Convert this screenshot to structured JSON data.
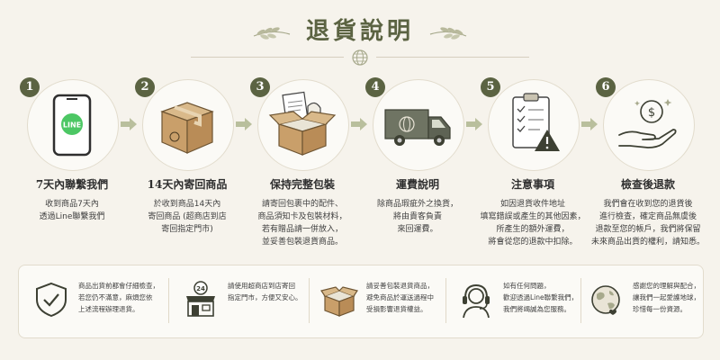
{
  "title": "退貨說明",
  "colors": {
    "accent": "#5b6342",
    "background": "#f6f3ec",
    "arrow": "#b9bf9d",
    "line_green": "#4cc764"
  },
  "steps": [
    {
      "number": "1",
      "icon": "phone-line-icon",
      "title": "7天內聯繫我們",
      "desc_lines": [
        "收到商品7天內",
        "透過Line聯繫我們"
      ],
      "icon_label": "LINE"
    },
    {
      "number": "2",
      "icon": "package-box-icon",
      "title": "14天內寄回商品",
      "desc_lines": [
        "於收到商品14天內",
        "寄回商品 (超商店到店",
        "寄回指定門市)"
      ]
    },
    {
      "number": "3",
      "icon": "open-box-icon",
      "title": "保持完整包裝",
      "desc_lines": [
        "請寄回包裹中的配件、",
        "商品須知卡及包裝材料，",
        "若有贈品請一併放入，",
        "並妥善包裝退貨商品。"
      ]
    },
    {
      "number": "4",
      "icon": "delivery-truck-icon",
      "title": "運費說明",
      "desc_lines": [
        "除商品瑕疵外之換貨，",
        "將由貴客負責",
        "來回運費。"
      ]
    },
    {
      "number": "5",
      "icon": "clipboard-warning-icon",
      "title": "注意事項",
      "desc_lines": [
        "如因退貨收件地址",
        "填寫錯誤或產生的其他因素，",
        "所產生的額外運費，",
        "將會從您的退款中扣除。"
      ]
    },
    {
      "number": "6",
      "icon": "hand-coin-icon",
      "title": "檢查後退款",
      "desc_lines": [
        "我們會在收到您的退貨後",
        "進行檢查，確定商品無虞後",
        "退款至您的帳戶，我們將保留",
        "未來商品出貨的權利，請知悉。"
      ]
    }
  ],
  "tips": [
    {
      "icon": "shield-check-icon",
      "lines": [
        "商品出貨前都會仔細檢查，",
        "若您仍不滿意，麻煩您依",
        "上述流程辦理退貨。"
      ]
    },
    {
      "icon": "store-24-icon",
      "badge": "24",
      "lines": [
        "請使用超商店到店寄回",
        "指定門市，方便又安心。"
      ]
    },
    {
      "icon": "box-icon",
      "lines": [
        "請妥善包裝退貨商品，",
        "避免商品於運送過程中",
        "受損影響退貨權益。"
      ]
    },
    {
      "icon": "headset-icon",
      "lines": [
        "如有任何問題，",
        "歡迎透過Line聯繫我們，",
        "我們將竭誠為您服務。"
      ]
    },
    {
      "icon": "earth-heart-icon",
      "lines": [
        "感謝您的理解與配合，",
        "讓我們一起愛護地球，",
        "珍惜每一份資源。"
      ]
    }
  ]
}
